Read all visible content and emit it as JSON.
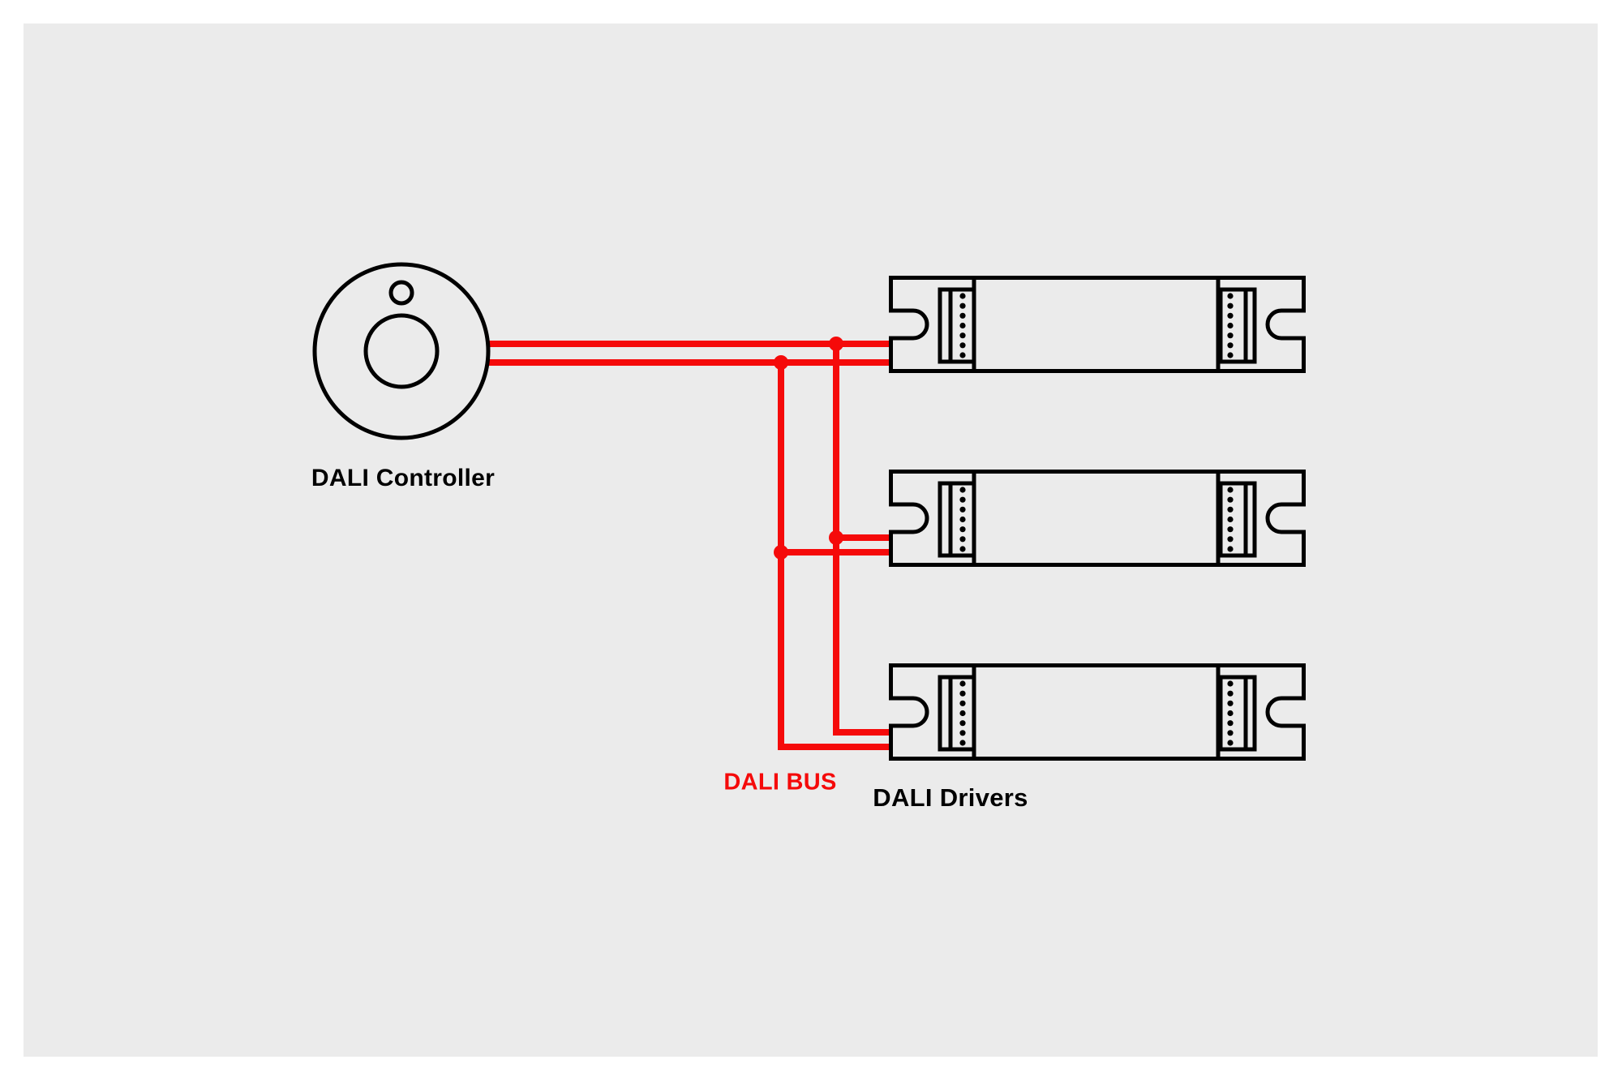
{
  "colors": {
    "page-bg": "#ffffff",
    "panel-bg": "#ebebeb",
    "ink": "#000000",
    "wire-red": "#f50a0a"
  },
  "diagram": {
    "controller": {
      "label": "DALI Controller"
    },
    "bus": {
      "label": "DALI BUS",
      "conductor_count": 2,
      "junction_count": 4
    },
    "drivers": {
      "label": "DALI Drivers",
      "count": 3,
      "terminal_pins_per_block": 7
    }
  }
}
